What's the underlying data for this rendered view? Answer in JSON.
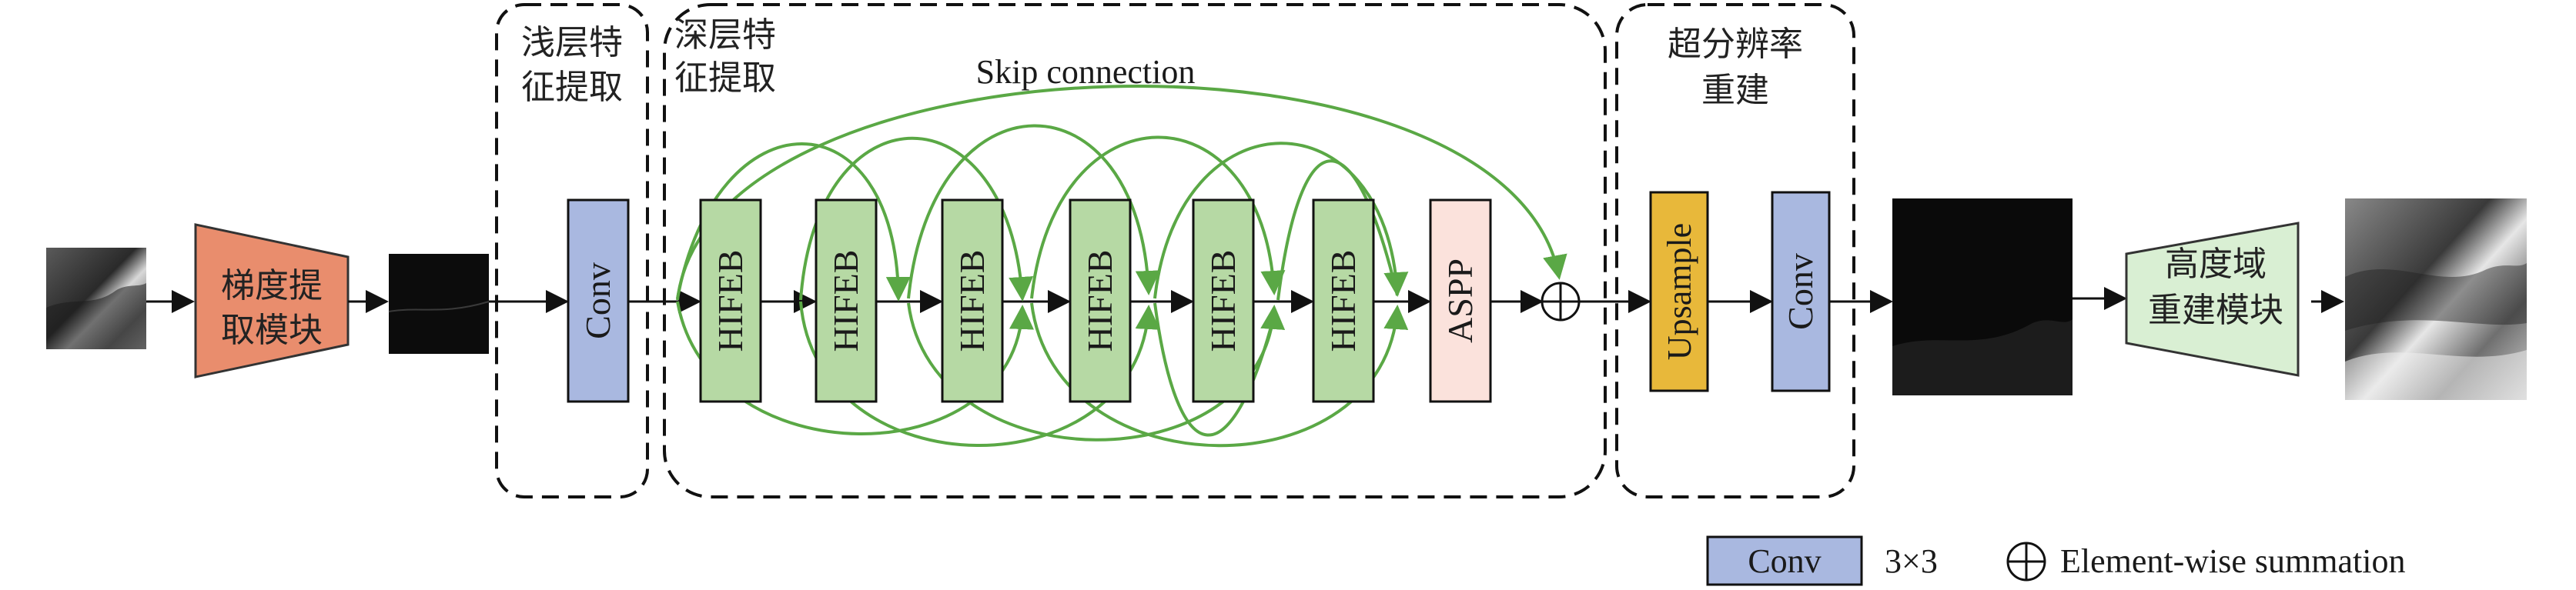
{
  "sections": {
    "shallow": [
      "浅层特",
      "征提取"
    ],
    "deep": [
      "深层特",
      "征提取"
    ],
    "sr": [
      "超分辨率",
      "重建"
    ]
  },
  "skip_label": "Skip connection",
  "modules": {
    "gradient": [
      "梯度提",
      "取模块"
    ],
    "height": [
      "高度域",
      "重建模块"
    ]
  },
  "blocks": {
    "conv1": "Conv",
    "hifeb": [
      "HIFEB",
      "HIFEB",
      "HIFEB",
      "HIFEB",
      "HIFEB",
      "HIFEB"
    ],
    "aspp": "ASPP",
    "upsample": "Upsample",
    "conv2": "Conv"
  },
  "legend": {
    "conv_box": "Conv",
    "conv_size": "3×3",
    "sum_text": "Element-wise summation"
  },
  "colors": {
    "conv": "#a9b8e0",
    "hifeb": "#b6d9a4",
    "aspp": "#fbe2dc",
    "upsample": "#e8b83a",
    "gradient_module": "#e98d6d",
    "height_module": "#d9efd3",
    "skip_arrows": "#5aa845"
  }
}
